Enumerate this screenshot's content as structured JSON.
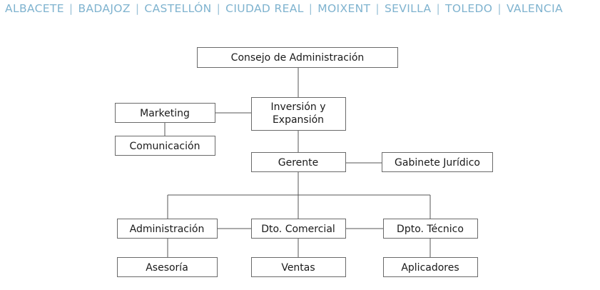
{
  "header": {
    "cities": [
      "ALBACETE",
      "BADAJOZ",
      "CASTELLÓN",
      "CIUDAD REAL",
      "MOIXENT",
      "SEVILLA",
      "TOLEDO",
      "VALENCIA"
    ],
    "separator": "|"
  },
  "org_chart": {
    "consejo": "Consejo de Administración",
    "inversion_line1": "Inversión y",
    "inversion_line2": "Expansión",
    "marketing": "Marketing",
    "comunicacion": "Comunicación",
    "gerente": "Gerente",
    "gabinete": "Gabinete Jurídico",
    "administracion": "Administración",
    "comercial": "Dto. Comercial",
    "tecnico": "Dpto. Técnico",
    "asesoria": "Asesoría",
    "ventas": "Ventas",
    "aplicadores": "Aplicadores"
  }
}
